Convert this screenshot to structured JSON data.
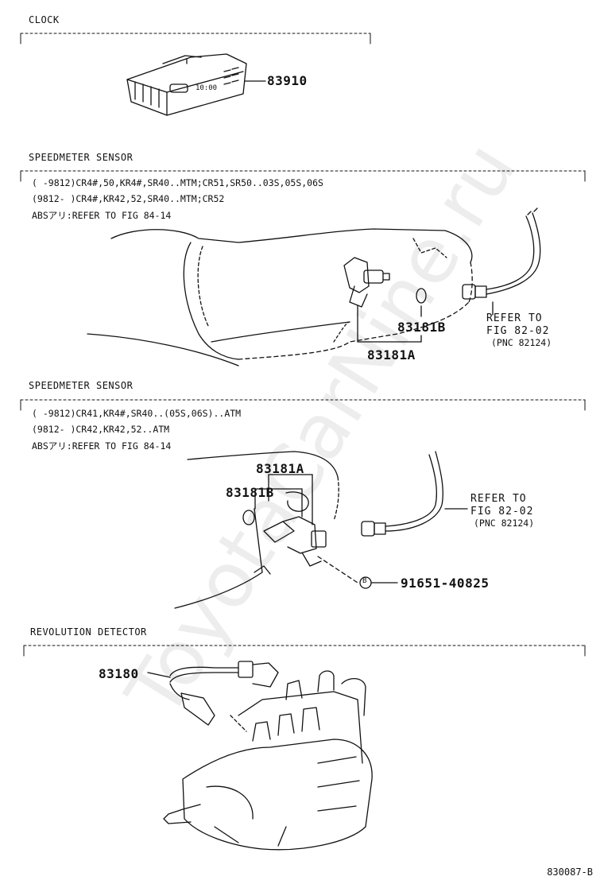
{
  "watermark": "ToyotaCarNine.ru",
  "sections": {
    "clock": {
      "title": "CLOCK",
      "part": "83910"
    },
    "speedo1": {
      "title": "SPEEDMETER SENSOR",
      "note1": "(      -9812)CR4#,50,KR4#,SR40..MTM;CR51,SR50..03S,05S,06S",
      "note2": "(9812-      )CR4#,KR42,52,SR40..MTM;CR52",
      "note3": "ABSアリ:REFER TO FIG  84-14",
      "part_b": "83181B",
      "part_a": "83181A",
      "refer1": "REFER TO",
      "refer2": "FIG 82-02",
      "refer3": "(PNC 82124)"
    },
    "speedo2": {
      "title": "SPEEDMETER SENSOR",
      "note1": "(      -9812)CR41,KR4#,SR40..(05S,06S)..ATM",
      "note2": "(9812-      )CR42,KR42,52..ATM",
      "note3": "ABSアリ:REFER TO FIG  84-14",
      "part_a": "83181A",
      "part_b": "83181B",
      "refer1": "REFER TO",
      "refer2": "FIG 82-02",
      "refer3": "(PNC 82124)",
      "callout": "B",
      "bolt": "91651-40825"
    },
    "revolution": {
      "title": "REVOLUTION DETECTOR",
      "part": "83180"
    }
  },
  "diagram_code": "830087-B"
}
